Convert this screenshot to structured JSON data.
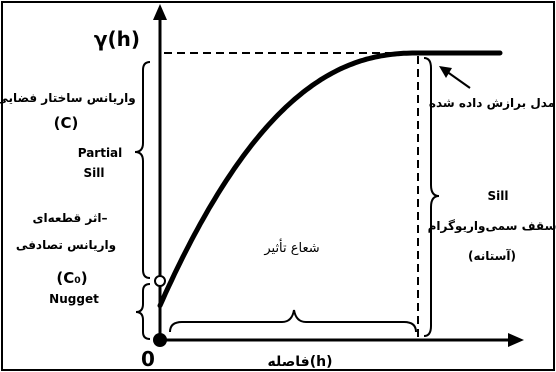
{
  "labels": {
    "y_axis": "γ(h)",
    "origin": "0",
    "x_axis": "فاصله(h)",
    "spatial_variance": "واریانس ساختار فضایی",
    "c": "(C)",
    "partial_sill_1": "Partial",
    "partial_sill_2": "Sill",
    "nugget_fa_1": "اثر قطعه‌ای–",
    "nugget_fa_2": "واریانس تصادفی",
    "c0": "(C₀)",
    "nugget": "Nugget",
    "range": "شعاع تأثیر",
    "fitted_model": "مدل برازش داده شده",
    "sill_en": "Sill",
    "sill_fa": "سقف سمی‌واریوگرام",
    "threshold": "(آستانه)"
  },
  "model": {
    "nugget": 0.12,
    "sill": 1.0,
    "range": 1.0
  },
  "colors": {
    "ink": "#000000",
    "background": "#ffffff"
  }
}
